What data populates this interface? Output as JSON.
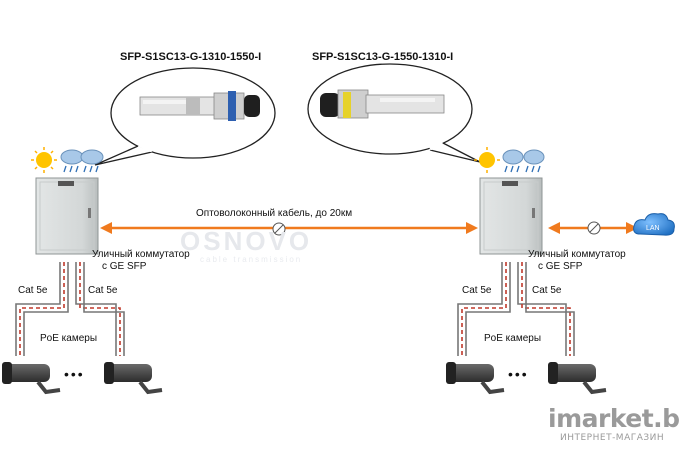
{
  "sfp": {
    "left_model": "SFP-S1SC13-G-1310-1550-I",
    "right_model": "SFP-S1SC13-G-1550-1310-I"
  },
  "link": {
    "fiber_label": "Оптоволоконный кабель, до 20км"
  },
  "sites": {
    "left": {
      "switch_label_line1": "Уличный коммутатор",
      "switch_label_line2": "с GE SFP",
      "cable_a": "Cat 5e",
      "cable_b": "Cat 5e",
      "cameras_label": "PoE камеры",
      "ellipsis": "•••"
    },
    "right": {
      "switch_label_line1": "Уличный коммутатор",
      "switch_label_line2": "с GE SFP",
      "cable_a": "Cat 5e",
      "cable_b": "Cat 5e",
      "cameras_label": "PoE камеры",
      "ellipsis": "•••",
      "lan_label": "LAN"
    }
  },
  "watermark": {
    "text": "OSNOVO",
    "sub": "cable transmission"
  },
  "branding": {
    "logo": "imarket.by",
    "tagline": "ИНТЕРНЕТ-МАГАЗИН"
  },
  "colors": {
    "fiber": "#f07a1e",
    "copper": "#c0392b",
    "lan_cloud": "#2f84d6"
  }
}
